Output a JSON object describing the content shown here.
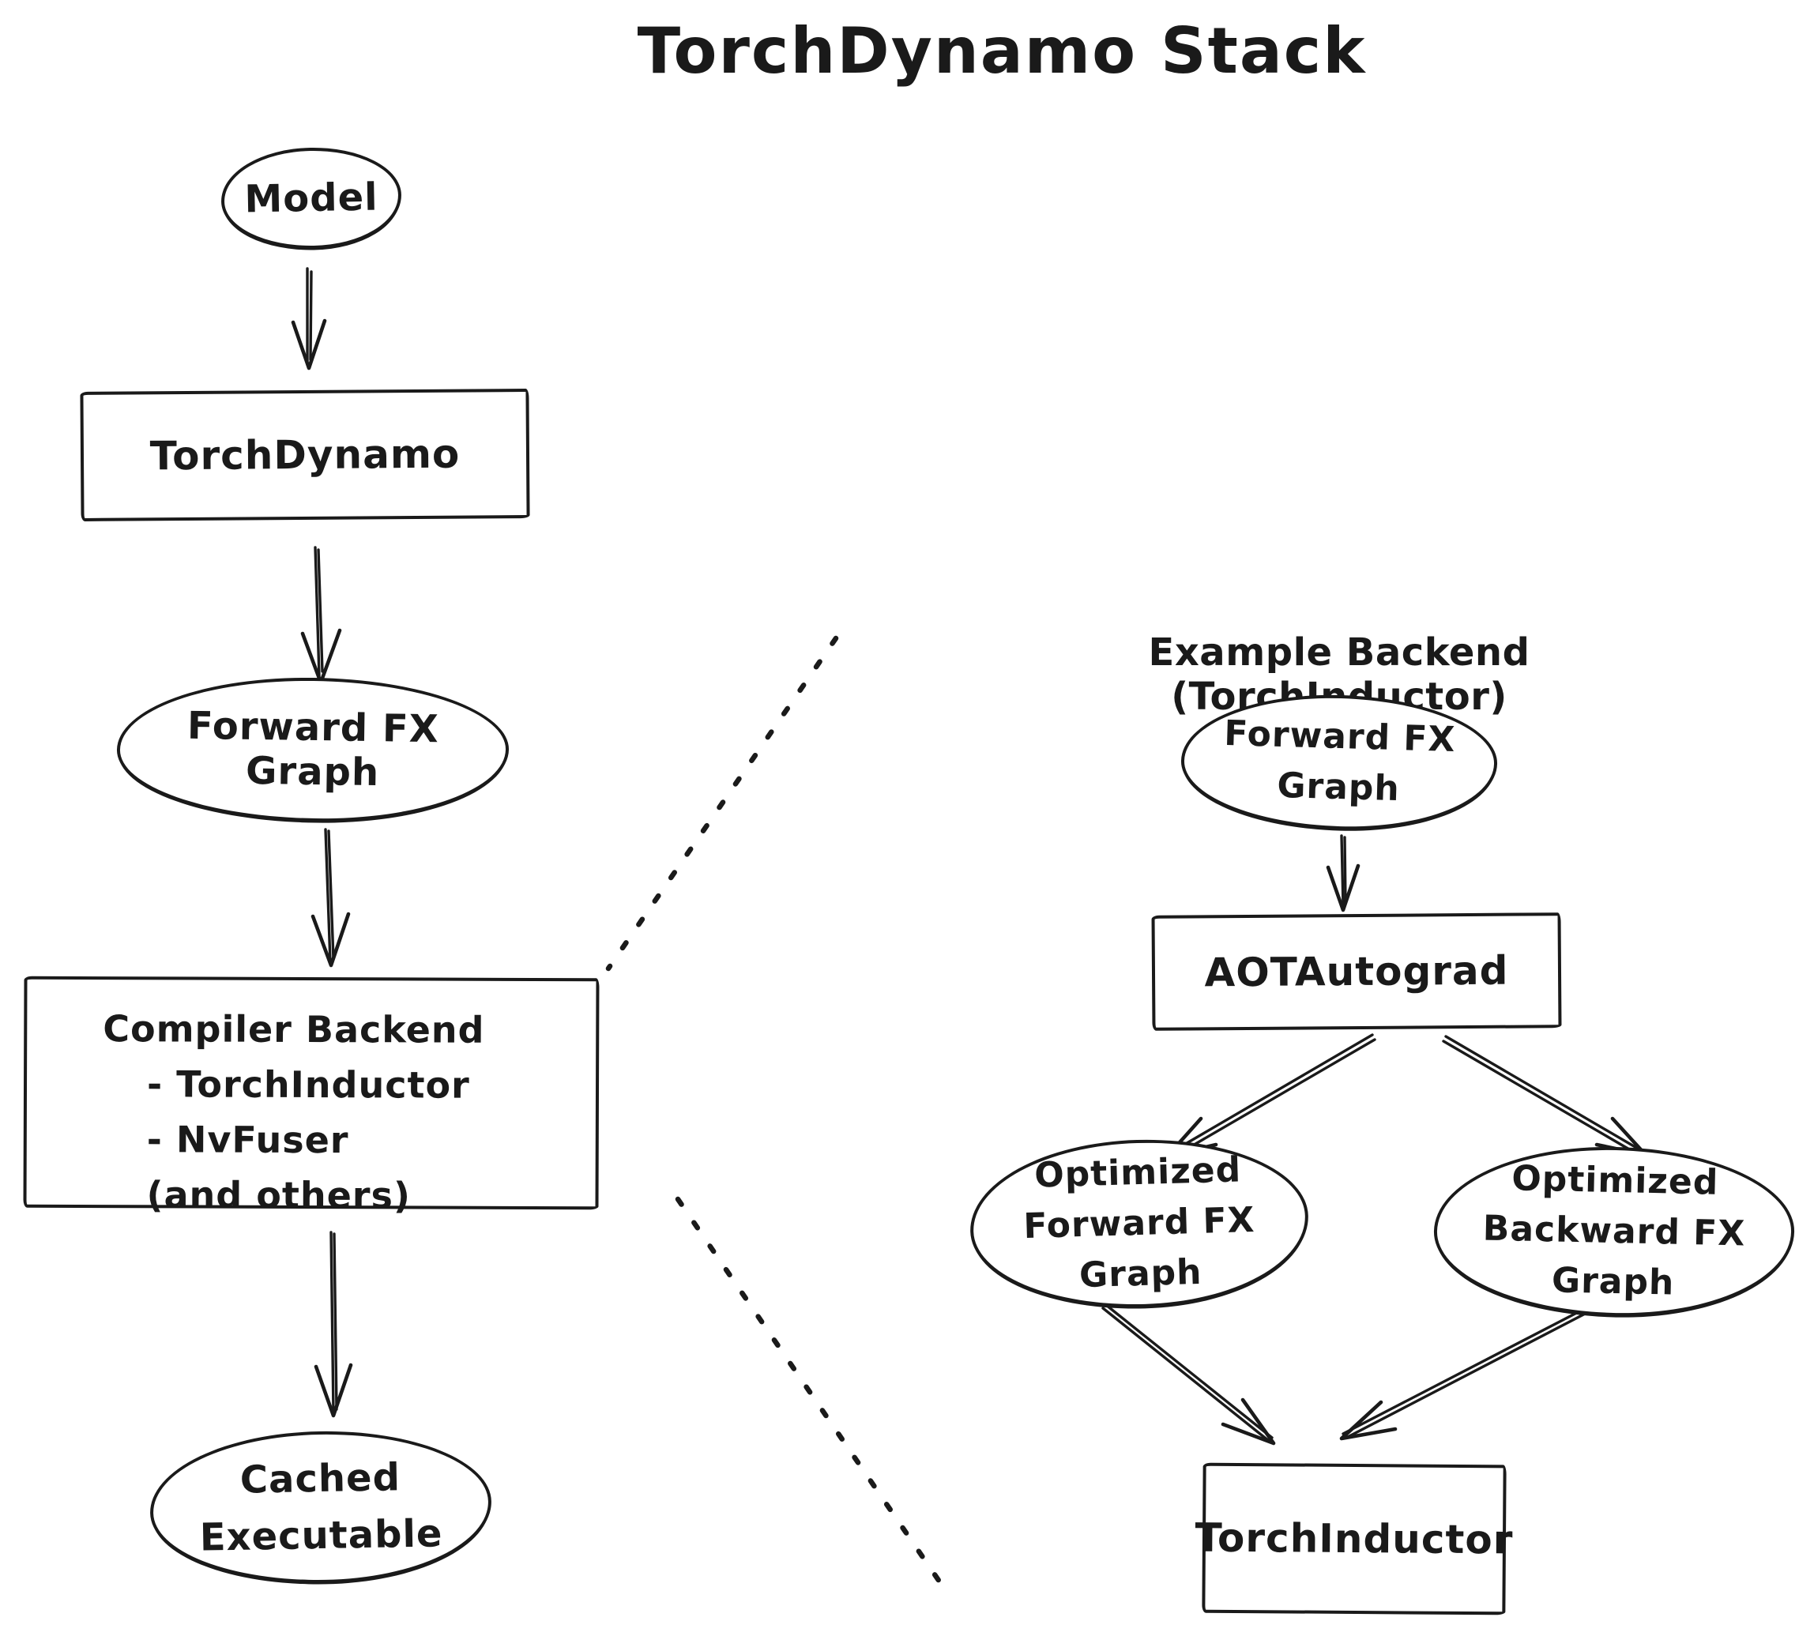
{
  "title": "TorchDynamo Stack",
  "colors": {
    "ink": "#1a1a1a",
    "background": "#ffffff"
  },
  "left_flow": {
    "model": "Model",
    "torchdynamo": "TorchDynamo",
    "forward_fx_graph": "Forward FX Graph",
    "compiler_backend": {
      "title": "Compiler Backend",
      "items": [
        "- TorchInductor",
        "- NvFuser",
        "(and others)"
      ]
    },
    "cached_executable": {
      "lines": [
        "Cached",
        "Executable"
      ]
    }
  },
  "right_flow": {
    "header": "Example Backend (TorchInductor)",
    "forward_fx_graph": {
      "lines": [
        "Forward FX",
        "Graph"
      ]
    },
    "aot_autograd": "AOTAutograd",
    "optimized_forward": {
      "lines": [
        "Optimized",
        "Forward FX",
        "Graph"
      ]
    },
    "optimized_backward": {
      "lines": [
        "Optimized",
        "Backward FX",
        "Graph"
      ]
    },
    "torchinductor": "TorchInductor"
  }
}
